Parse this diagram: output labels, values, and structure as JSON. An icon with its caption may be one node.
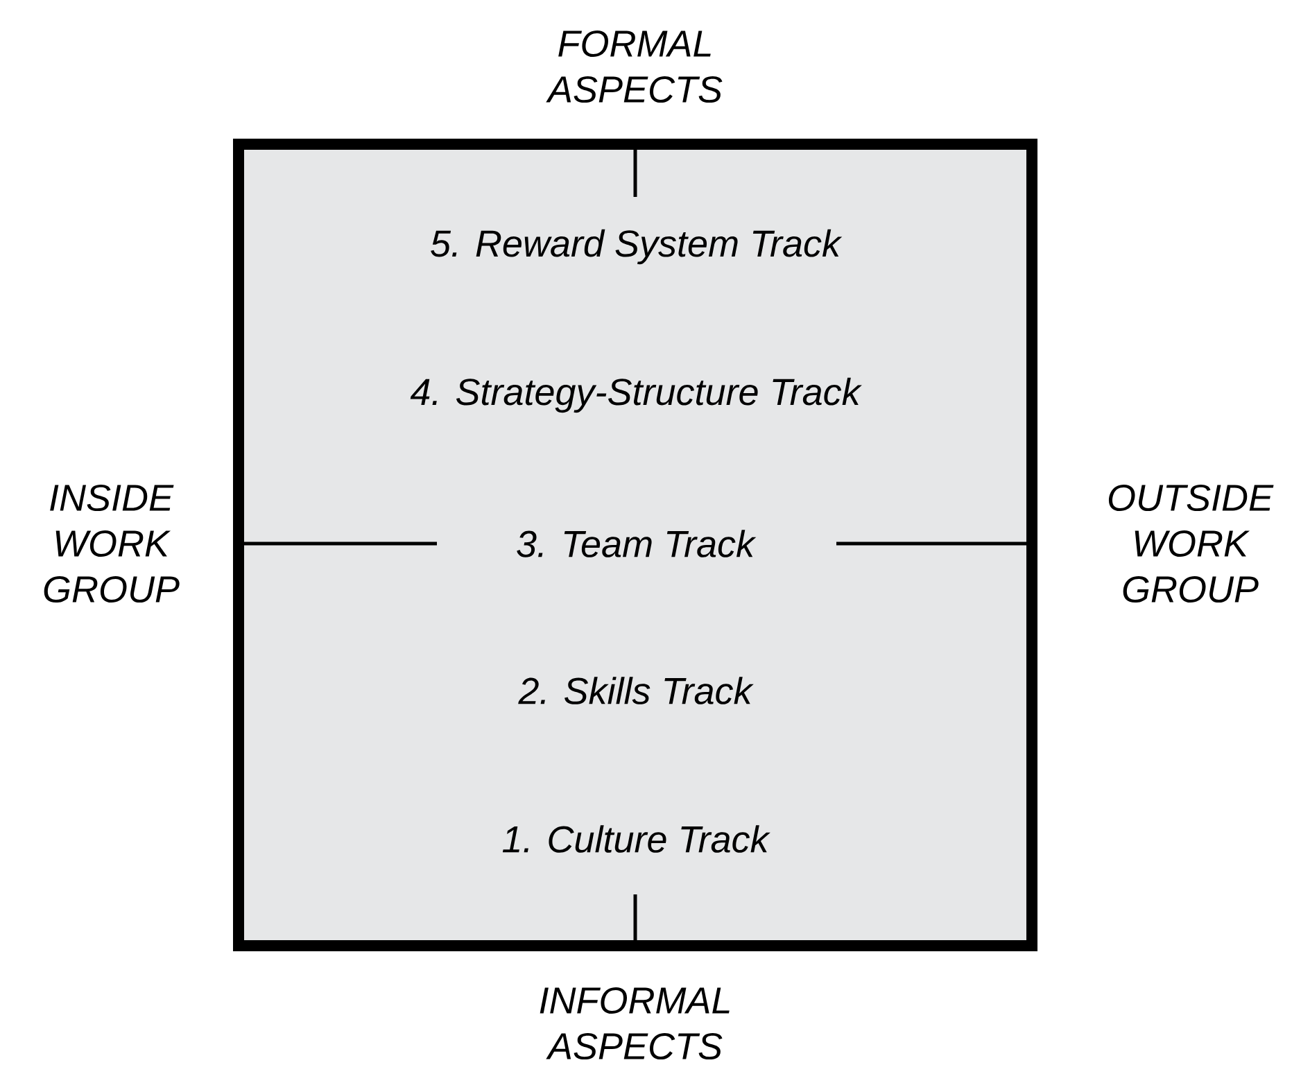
{
  "diagram": {
    "nodes": [
      {
        "text": [
          "5. Reward System Track",
          "4. Strategy-Structure Track",
          "3. Team Track",
          "2. Skills Track",
          "1. Culture Track"
        ]
      }
    ],
    "labels": [
      "FORMAL ASPECTS",
      "INSIDE WORK GROUP",
      "OUTSIDE WORK GROUP",
      "INFORMAL ASPECTS"
    ]
  }
}
